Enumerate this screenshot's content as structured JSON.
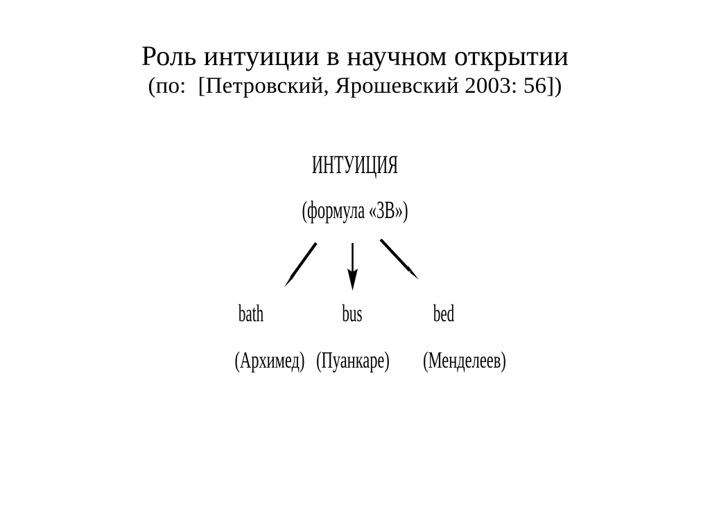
{
  "slide": {
    "background_color": "#ffffff",
    "text_color": "#000000",
    "title": {
      "line1": "Роль интуиции в научном открытии",
      "line2": "(по:  [Петровский, Ярошевский 2003: 56])"
    }
  },
  "diagram": {
    "root": {
      "label": "ИНТУИЦИЯ",
      "sublabel": "(формула «3В»)"
    },
    "branches": [
      {
        "term": "bath",
        "person": "(Архимед)"
      },
      {
        "term": "bus",
        "person": "(Пуанкаре)"
      },
      {
        "term": "bed",
        "person": "(Менделеев)"
      }
    ],
    "arrows": [
      {
        "name": "arrow-left",
        "direction": "down-left"
      },
      {
        "name": "arrow-center",
        "direction": "down"
      },
      {
        "name": "arrow-right",
        "direction": "down-right"
      }
    ]
  }
}
